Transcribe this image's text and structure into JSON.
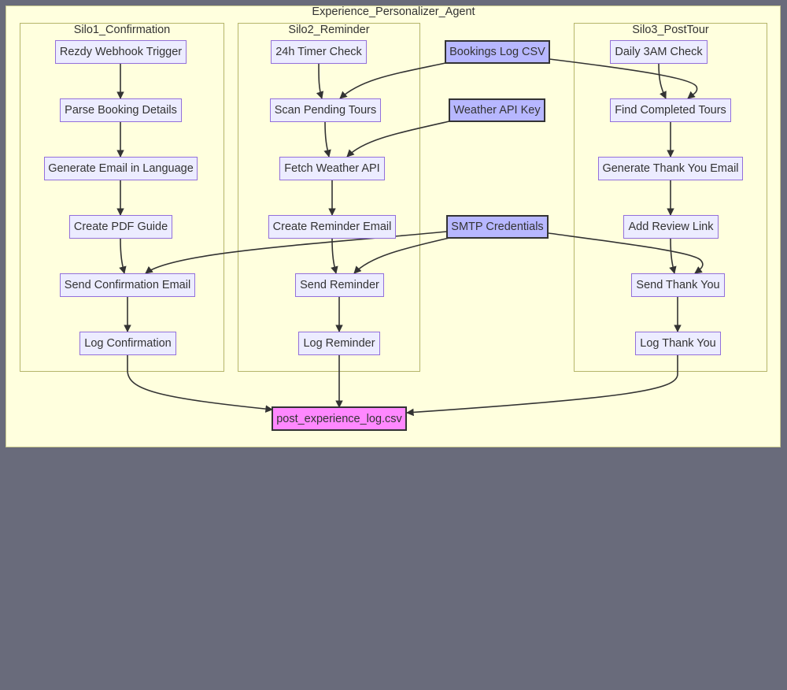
{
  "diagram": {
    "title": "Experience_Personalizer_Agent",
    "silos": [
      {
        "label": "Silo1_Confirmation"
      },
      {
        "label": "Silo2_Reminder"
      },
      {
        "label": "Silo3_PostTour"
      }
    ],
    "nodes": {
      "rezdy_webhook_trigger": "Rezdy Webhook Trigger",
      "parse_booking_details": "Parse Booking Details",
      "generate_email_in_language": "Generate Email in Language",
      "create_pdf_guide": "Create PDF Guide",
      "send_confirmation_email": "Send Confirmation Email",
      "log_confirmation": "Log Confirmation",
      "timer_24h_check": "24h Timer Check",
      "scan_pending_tours": "Scan Pending Tours",
      "fetch_weather_api": "Fetch Weather API",
      "create_reminder_email": "Create Reminder Email",
      "send_reminder": "Send Reminder",
      "log_reminder": "Log Reminder",
      "bookings_log_csv": "Bookings Log CSV",
      "weather_api_key": "Weather API Key",
      "smtp_credentials": "SMTP Credentials",
      "daily_3am_check": "Daily 3AM Check",
      "find_completed_tours": "Find Completed Tours",
      "generate_thank_you_email": "Generate Thank You Email",
      "add_review_link": "Add Review Link",
      "send_thank_you": "Send Thank You",
      "log_thank_you": "Log Thank You",
      "post_experience_log": "post_experience_log.csv"
    },
    "edges": [
      [
        "rezdy_webhook_trigger",
        "parse_booking_details"
      ],
      [
        "parse_booking_details",
        "generate_email_in_language"
      ],
      [
        "generate_email_in_language",
        "create_pdf_guide"
      ],
      [
        "create_pdf_guide",
        "send_confirmation_email"
      ],
      [
        "send_confirmation_email",
        "log_confirmation"
      ],
      [
        "log_confirmation",
        "post_experience_log"
      ],
      [
        "timer_24h_check",
        "scan_pending_tours"
      ],
      [
        "scan_pending_tours",
        "fetch_weather_api"
      ],
      [
        "fetch_weather_api",
        "create_reminder_email"
      ],
      [
        "create_reminder_email",
        "send_reminder"
      ],
      [
        "send_reminder",
        "log_reminder"
      ],
      [
        "log_reminder",
        "post_experience_log"
      ],
      [
        "bookings_log_csv",
        "scan_pending_tours"
      ],
      [
        "bookings_log_csv",
        "find_completed_tours"
      ],
      [
        "weather_api_key",
        "fetch_weather_api"
      ],
      [
        "smtp_credentials",
        "send_confirmation_email"
      ],
      [
        "smtp_credentials",
        "send_reminder"
      ],
      [
        "smtp_credentials",
        "send_thank_you"
      ],
      [
        "daily_3am_check",
        "find_completed_tours"
      ],
      [
        "find_completed_tours",
        "generate_thank_you_email"
      ],
      [
        "generate_thank_you_email",
        "add_review_link"
      ],
      [
        "add_review_link",
        "send_thank_you"
      ],
      [
        "send_thank_you",
        "log_thank_you"
      ],
      [
        "log_thank_you",
        "post_experience_log"
      ]
    ],
    "colors": {
      "canvas_background": "#ffffde",
      "page_background": "#696b7b",
      "process_node_fill": "#ececff",
      "resource_node_fill": "#b7b7ff",
      "output_node_fill": "#ff88ff",
      "edge_color": "#333333"
    }
  }
}
